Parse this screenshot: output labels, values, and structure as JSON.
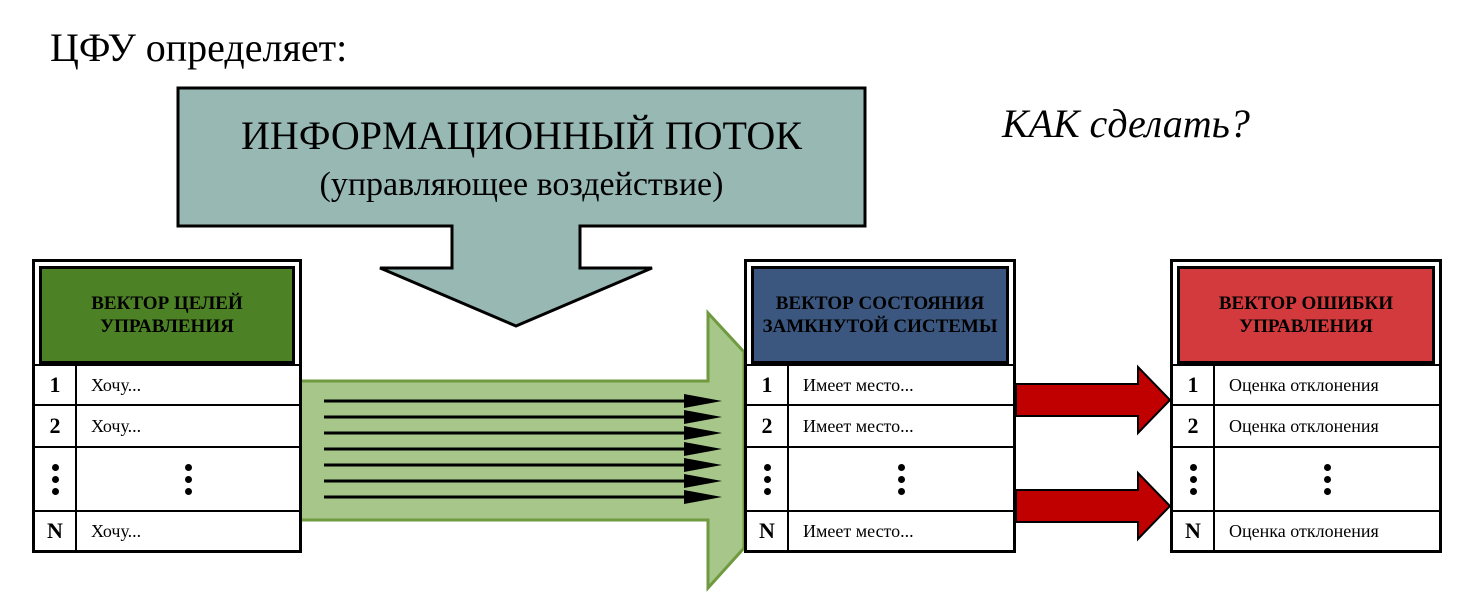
{
  "page": {
    "title": "ЦФУ определяет:",
    "question": "КАК сделать?"
  },
  "info_flow": {
    "line1": "ИНФОРМАЦИОННЫЙ ПОТОК",
    "line2": "(управляющее воздействие)",
    "fill_color": "#98b8b4"
  },
  "goals_table": {
    "header": "ВЕКТОР ЦЕЛЕЙ УПРАВЛЕНИЯ",
    "header_color": "#4d8125",
    "rows": [
      {
        "index": "1",
        "text": "Хочу..."
      },
      {
        "index": "2",
        "text": "Хочу..."
      },
      {
        "index": "⋮",
        "text": "⋮"
      },
      {
        "index": "N",
        "text": "Хочу..."
      }
    ]
  },
  "state_table": {
    "header": "ВЕКТОР СОСТОЯНИЯ ЗАМКНУТОЙ СИСТЕМЫ",
    "header_color": "#3b5780",
    "rows": [
      {
        "index": "1",
        "text": "Имеет место..."
      },
      {
        "index": "2",
        "text": "Имеет место..."
      },
      {
        "index": "⋮",
        "text": "⋮"
      },
      {
        "index": "N",
        "text": "Имеет место..."
      }
    ]
  },
  "error_table": {
    "header": "ВЕКТОР ОШИБКИ УПРАВЛЕНИЯ",
    "header_color": "#d23a3d",
    "rows": [
      {
        "index": "1",
        "text": "Оценка отклонения"
      },
      {
        "index": "2",
        "text": "Оценка отклонения"
      },
      {
        "index": "⋮",
        "text": "⋮"
      },
      {
        "index": "N",
        "text": "Оценка отклонения"
      }
    ]
  },
  "arrows": {
    "main_arrow_color": "#a7c68a",
    "main_arrow_border": "#6f9a3f",
    "red_arrow_color": "#c00000"
  }
}
